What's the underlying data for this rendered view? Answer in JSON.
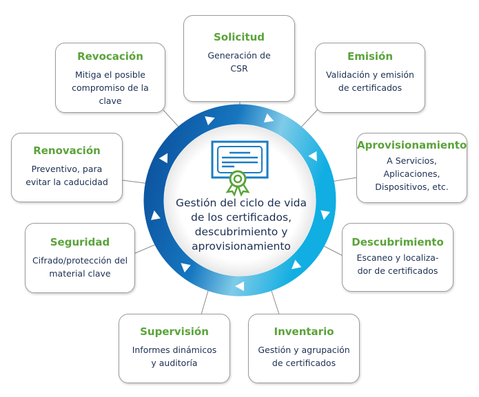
{
  "center": {
    "title": "Gestión del ciclo de vida de los certificados, descubrimiento y aprovisionamiento",
    "icon": "certificate-icon"
  },
  "colors": {
    "accent_green": "#5aa33a",
    "text_navy": "#1c2f52",
    "ring_dark": "#0b5aa6",
    "ring_light": "#80cbe8",
    "ring_cyan": "#14ace0"
  },
  "stages": [
    {
      "id": "solicitud",
      "title": "Solicitud",
      "desc": "Generación de CSR"
    },
    {
      "id": "emision",
      "title": "Emisión",
      "desc": "Validación y emisión de certificados"
    },
    {
      "id": "aprovisionamiento",
      "title": "Aprovisionamiento",
      "desc": "A Servicios, Aplicaciones, Dispositivos, etc."
    },
    {
      "id": "descubrimiento",
      "title": "Descubrimiento",
      "desc": "Escaneo y localiza- dor de certificados"
    },
    {
      "id": "inventario",
      "title": "Inventario",
      "desc": "Gestión y agrupación de certificados"
    },
    {
      "id": "supervision",
      "title": "Supervisión",
      "desc": "Informes dinámicos y auditoría"
    },
    {
      "id": "seguridad",
      "title": "Seguridad",
      "desc": "Cifrado/protección del material clave"
    },
    {
      "id": "renovacion",
      "title": "Renovación",
      "desc": "Preventivo, para evitar la caducidad"
    },
    {
      "id": "revocacion",
      "title": "Revocación",
      "desc": "Mitiga el posible compromiso de la clave"
    }
  ]
}
